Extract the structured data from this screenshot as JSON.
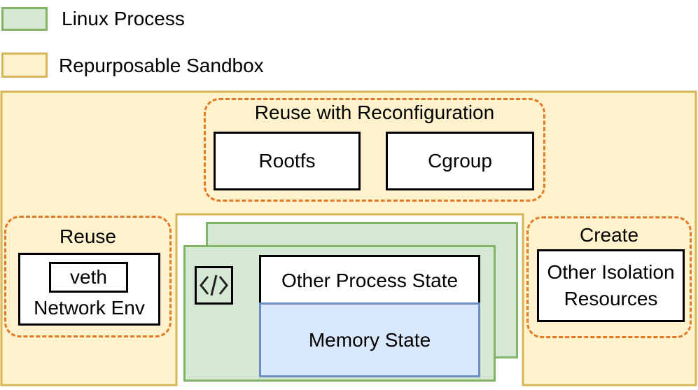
{
  "legend": {
    "linux_process": "Linux Process",
    "repurposable_sandbox": "Repurposable Sandbox"
  },
  "groups": {
    "reconfig_title": "Reuse with Reconfiguration",
    "rootfs": "Rootfs",
    "cgroup": "Cgroup",
    "reuse_title": "Reuse",
    "veth": "veth",
    "network_env": "Network Env",
    "create_title": "Create",
    "other_isolation_line1": "Other Isolation",
    "other_isolation_line2": "Resources"
  },
  "process": {
    "other_state": "Other Process State",
    "memory_state": "Memory State",
    "code_icon": "code-icon"
  },
  "colors": {
    "linux_process_fill": "#d5e8d4",
    "linux_process_border": "#82b366",
    "sandbox_fill": "#fff2cc",
    "sandbox_border": "#d6b656",
    "dashed_border": "#e07b29",
    "memory_fill": "#dae8fc",
    "memory_border": "#6c8ebf"
  }
}
